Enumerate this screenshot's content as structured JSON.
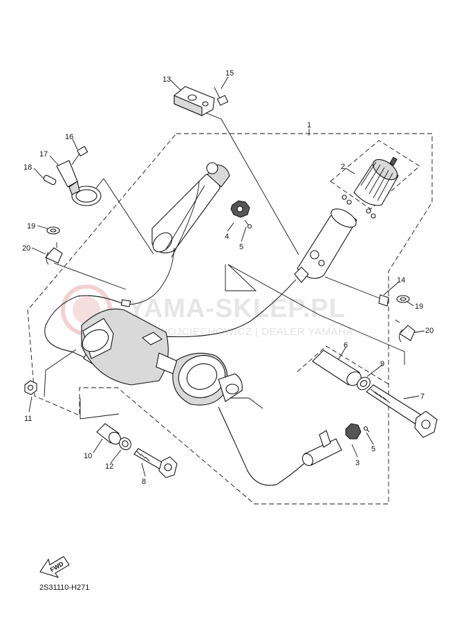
{
  "watermark": {
    "title": "YAMA-SKLEP.PL",
    "subtitle": "WOJCIECHOWICZ | DEALER YAMAHA"
  },
  "diagram_code": "2S31110-H271",
  "fwd_label": "FWD",
  "callouts": {
    "c1": "1",
    "c2": "2",
    "c3": "3",
    "c4": "4",
    "c5a": "5",
    "c5b": "5",
    "c6": "6",
    "c7": "7",
    "c8": "8",
    "c9": "9",
    "c10": "10",
    "c11": "11",
    "c12": "12",
    "c13": "13",
    "c14": "14",
    "c15": "15",
    "c16": "16",
    "c17": "17",
    "c18": "18",
    "c19a": "19",
    "c19b": "19",
    "c20a": "20",
    "c20b": "20"
  }
}
